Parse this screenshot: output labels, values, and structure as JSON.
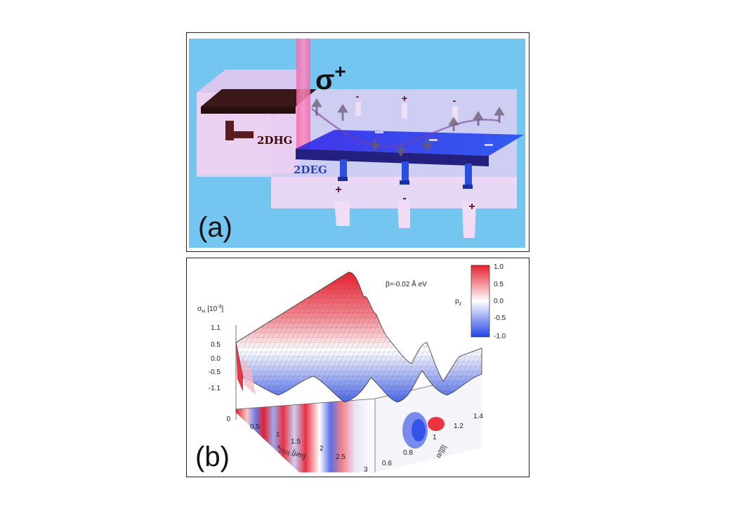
{
  "figure": {
    "panel_a": {
      "label": "(a)",
      "light_label": "σ",
      "light_sup": "+",
      "hole_gas_label": "2DHG",
      "electron_gas_label": "2DEG",
      "signs_top": [
        "-",
        "+",
        "-"
      ],
      "signs_bottom": [
        "+",
        "-",
        "+"
      ]
    },
    "panel_b": {
      "label": "(b)",
      "annotation": "β=-0.02 Å eV",
      "zlabel": "σ",
      "zlabel_sub": "H",
      "zlabel_unit": "[10",
      "zlabel_exp": "-3",
      "zlabel_close": "]",
      "z_ticks": [
        "1.1",
        "0.5",
        "0.0",
        "-0.5",
        "-1.1"
      ],
      "floor_zero": "0",
      "x_label": "x",
      "x_label_sub": "[1",
      "x_label_sub2": "10]",
      "x_label_unit": "[μm]",
      "x_ticks": [
        "0.5",
        "1",
        "1.5",
        "2",
        "2.5",
        "3"
      ],
      "y_label": "α/|β|",
      "y_ticks": [
        "0.6",
        "0.8",
        "1",
        "1.2",
        "1.4"
      ],
      "colorbar_label": "p",
      "colorbar_label_sub": "z",
      "colorbar_ticks": [
        "1.0",
        "0.5",
        "0.0",
        "-0.5",
        "-1.0"
      ],
      "colors": {
        "positive": "#e8202e",
        "zero": "#ffffff",
        "negative": "#2346e8"
      }
    }
  }
}
